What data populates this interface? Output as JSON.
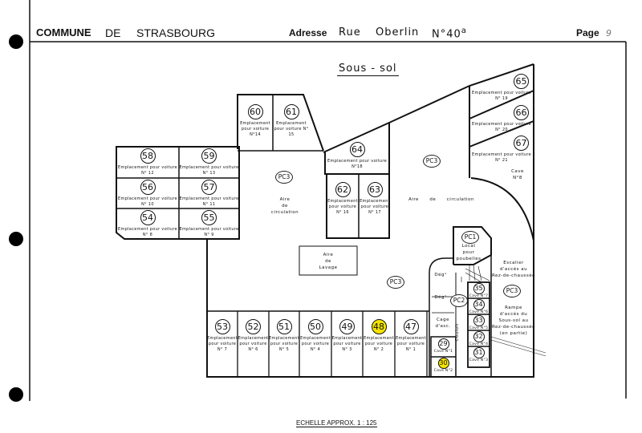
{
  "header": {
    "commune": "COMMUNE",
    "de": "DE",
    "city": "STRASBOURG",
    "address_label": "Adresse",
    "street_type": "Rue",
    "street_name": "Oberlin",
    "number": "N°40",
    "number_suffix": "a",
    "page_label": "Page",
    "page_number": "9"
  },
  "plan": {
    "title": "Sous - sol",
    "highlight_color": "#f5e400",
    "parking_spots": [
      {
        "number": "58",
        "label": "Emplacement pour voiture N° 12"
      },
      {
        "number": "59",
        "label": "Emplacement pour voiture N° 13"
      },
      {
        "number": "56",
        "label": "Emplacement pour voiture N° 10"
      },
      {
        "number": "57",
        "label": "Emplacement pour voiture N° 11"
      },
      {
        "number": "54",
        "label": "Emplacement pour voiture N° 8"
      },
      {
        "number": "55",
        "label": "Emplacement pour voiture N° 9"
      },
      {
        "number": "60",
        "label": "Emplacement pour voiture N°14"
      },
      {
        "number": "61",
        "label": "Emplacement pour voiture N° 15"
      },
      {
        "number": "64",
        "label": "Emplacement pour voiture N°18"
      },
      {
        "number": "62",
        "label": "Emplacement pour voiture N° 16"
      },
      {
        "number": "63",
        "label": "Emplacement pour voiture N° 17"
      },
      {
        "number": "65",
        "label": "Emplacement pour voiture N° 19"
      },
      {
        "number": "66",
        "label": "Emplacement pour voiture N° 20"
      },
      {
        "number": "67",
        "label": "Emplacement pour voiture N° 21"
      },
      {
        "number": "53",
        "label": "Emplacement pour voiture N° 7"
      },
      {
        "number": "52",
        "label": "Emplacement pour voiture N° 6"
      },
      {
        "number": "51",
        "label": "Emplacement pour voiture N° 5"
      },
      {
        "number": "50",
        "label": "Emplacement pour voiture N° 4"
      },
      {
        "number": "49",
        "label": "Emplacement pour voiture N° 3"
      },
      {
        "number": "48",
        "label": "Emplacement pour voiture N° 2",
        "highlighted": true
      },
      {
        "number": "47",
        "label": "Emplacement pour voiture N° 1"
      }
    ],
    "caves": [
      {
        "number": "35",
        "label": "Cave N°7"
      },
      {
        "number": "34",
        "label": "Cave N°6"
      },
      {
        "number": "33",
        "label": "Cave N°5"
      },
      {
        "number": "32",
        "label": "Cave N°4"
      },
      {
        "number": "31",
        "label": "Cave N°3"
      },
      {
        "number": "29",
        "label": "Cave N°1"
      },
      {
        "number": "30",
        "label": "Cave N°2",
        "highlighted": true
      }
    ],
    "areas": {
      "pc3_a": "PC3",
      "pc3_b": "PC3",
      "pc3_c": "PC3",
      "pc3_d": "PC3",
      "pc2": "PC2",
      "pc1": "PC1",
      "circulation_left": "Aire\nde\ncirculation",
      "circulation_right": "Aire      de      circulation",
      "lavage": "Aire\nde\nLavage",
      "poubelles": "Local\npour\npoubelles",
      "escalier": "Escalier\nd'accès au\nRez-de-chaussée",
      "rampe": "Rampe\nd'accès du\nSous-sol au\nRez-de-chaussée\n(en partie)",
      "cave8": "Cave\nN°8",
      "degagement_1": "Dég¹",
      "degagement_2": "Dég¹",
      "cage": "Cage\nd'asc.",
      "couloir": "Couloir"
    },
    "scale": "ECHELLE APPROX. 1 : 125"
  }
}
